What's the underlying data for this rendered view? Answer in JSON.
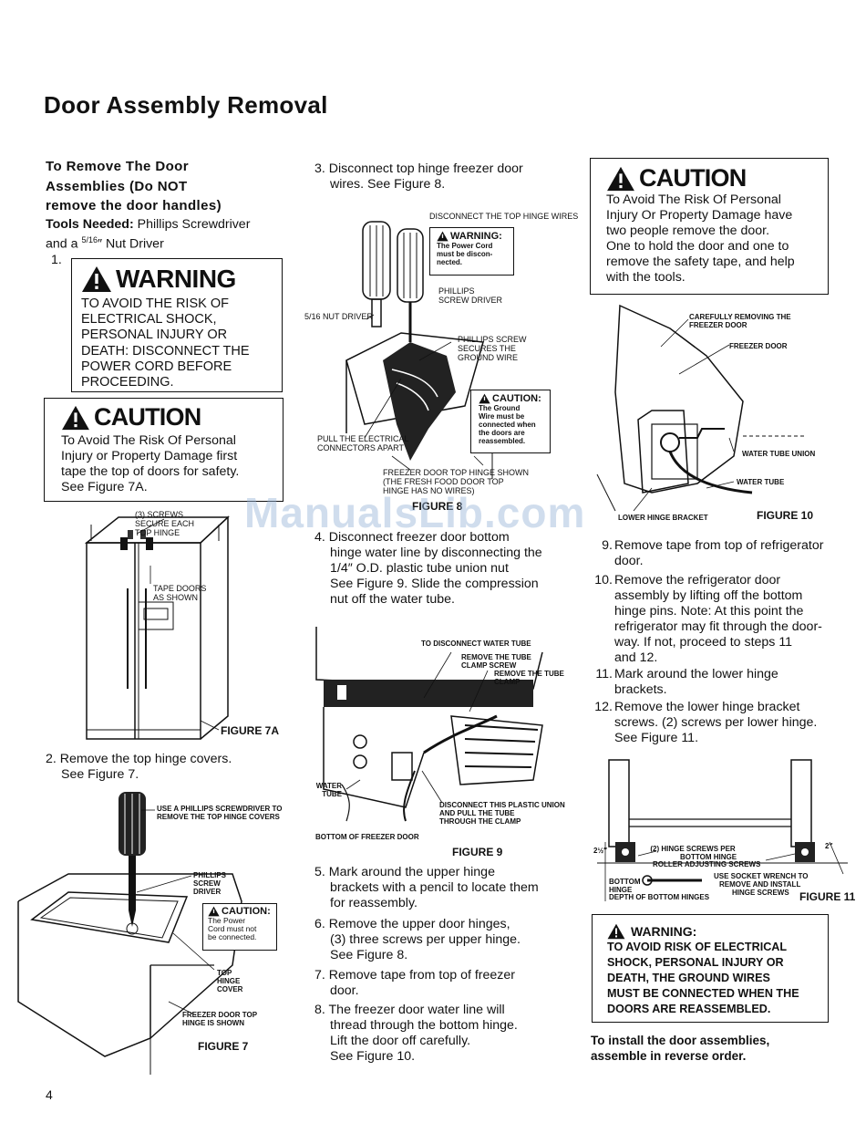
{
  "page_title": "Door Assembly Removal",
  "left": {
    "subhead_lines": [
      "To Remove The Door",
      "Assemblies (Do NOT",
      "remove the door handles)"
    ],
    "tools_label": "Tools Needed:",
    "tools_text": " Phillips Screwdriver",
    "tools_text2a": "and a ",
    "tools_fraction": "5/16",
    "tools_text2b": "″ Nut Driver",
    "step1_num": "1.",
    "warning": {
      "heading": "WARNING",
      "lines": [
        "TO AVOID THE RISK OF",
        "ELECTRICAL SHOCK,",
        "PERSONAL INJURY OR",
        "DEATH: DISCONNECT THE",
        "POWER CORD BEFORE",
        "PROCEEDING."
      ]
    },
    "caution": {
      "heading": "CAUTION",
      "lines": [
        "To Avoid The Risk Of Personal",
        "Injury or Property Damage first",
        "tape the top of doors for safety.",
        "See Figure 7A."
      ]
    },
    "fig7a": {
      "callout1": [
        "(3) SCREWS",
        "SECURE EACH",
        "TOP HINGE"
      ],
      "callout2": [
        "TAPE DOORS",
        "AS SHOWN"
      ],
      "label": "FIGURE 7A"
    },
    "step2": [
      "2. Remove the top hinge covers.",
      "See Figure 7."
    ],
    "fig7": {
      "callout_top": [
        "USE A PHILLIPS SCREWDRIVER TO",
        "REMOVE THE TOP HINGE COVERS"
      ],
      "callout_driver": [
        "PHILLIPS",
        "SCREW",
        "DRIVER"
      ],
      "caution_label": "CAUTION:",
      "caution_lines": [
        "The Power",
        "Cord must not",
        "be connected."
      ],
      "callout_cover": [
        "TOP",
        "HINGE",
        "COVER"
      ],
      "callout_door": [
        "FREEZER DOOR TOP",
        "HINGE IS SHOWN"
      ],
      "label": "FIGURE 7"
    },
    "page_number": "4"
  },
  "middle": {
    "step3": [
      "3. Disconnect top hinge freezer door",
      "wires. See Figure 8."
    ],
    "fig8": {
      "callout_wires": "DISCONNECT THE TOP HINGE WIRES",
      "warning_label": "WARNING:",
      "warning_lines": [
        "The Power Cord",
        "must be discon-",
        "nected."
      ],
      "callout_phillips": [
        "PHILLIPS",
        "SCREW DRIVER"
      ],
      "callout_nut": "5/16 NUT DRIVER",
      "callout_screw": [
        "PHILLIPS SCREW",
        "SECURES THE",
        "GROUND WIRE"
      ],
      "caution_label": "CAUTION:",
      "caution_lines": [
        "The Ground",
        "Wire must be",
        "connected when",
        "the doors are",
        "reassembled."
      ],
      "callout_pull": [
        "PULL THE ELECTRICAL",
        "CONNECTORS APART"
      ],
      "callout_hinge": [
        "FREEZER DOOR TOP HINGE SHOWN",
        "(THE FRESH FOOD DOOR TOP",
        "HINGE HAS NO WIRES)"
      ],
      "label": "FIGURE 8"
    },
    "step4": [
      "4. Disconnect freezer door bottom",
      "hinge water line by disconnecting the",
      "1/4″ O.D. plastic tube union nut",
      "See Figure 9. Slide the compression",
      "nut off the water tube."
    ],
    "fig9": {
      "callout_top": "TO DISCONNECT WATER TUBE",
      "callout_clamp_screw": [
        "REMOVE THE TUBE",
        "CLAMP SCREW"
      ],
      "callout_clamp": [
        "REMOVE THE TUBE",
        "CLAMP"
      ],
      "callout_water": [
        "WATER",
        "TUBE"
      ],
      "callout_union": [
        "DISCONNECT THIS PLASTIC UNION",
        "AND PULL THE TUBE",
        "THROUGH THE CLAMP"
      ],
      "callout_bottom": "BOTTOM OF FREEZER DOOR",
      "label": "FIGURE 9"
    },
    "step5": [
      "5. Mark around the upper hinge",
      "brackets with a pencil to locate them",
      "for reassembly."
    ],
    "step6": [
      "6. Remove the upper door hinges,",
      "(3) three screws per upper hinge.",
      "See Figure 8."
    ],
    "step7": [
      "7. Remove tape from top of freezer",
      "door."
    ],
    "step8": [
      "8. The freezer door water line will",
      "thread through the bottom hinge.",
      "Lift the door off carefully.",
      "See Figure 10."
    ]
  },
  "right": {
    "caution": {
      "heading": "CAUTION",
      "lines": [
        "To Avoid The Risk Of Personal",
        "Injury Or Property Damage have",
        "two people remove the door.",
        "One to hold the door and one to",
        "remove the safety tape, and help",
        "with the tools."
      ]
    },
    "fig10": {
      "callout_removing": [
        "CAREFULLY REMOVING THE",
        "FREEZER DOOR"
      ],
      "callout_door": "FREEZER DOOR",
      "callout_union": "WATER TUBE UNION",
      "callout_tube": "WATER TUBE",
      "callout_bracket": "LOWER HINGE BRACKET",
      "label": "FIGURE 10"
    },
    "steps": [
      [
        "9.",
        "Remove tape from top of refrigerator",
        "door."
      ],
      [
        "10.",
        "Remove the refrigerator door",
        "assembly by lifting off the bottom",
        "hinge pins. Note: At this point the",
        "refrigerator may fit through the door-",
        "way. If not, proceed to steps 11",
        "and 12."
      ],
      [
        "11.",
        "Mark around the lower hinge",
        "brackets."
      ],
      [
        "12.",
        "Remove the lower hinge bracket",
        "screws. (2) screws per lower hinge.",
        "See Figure 11."
      ]
    ],
    "fig11": {
      "callout_screws": [
        "(2) HINGE SCREWS PER",
        "BOTTOM HINGE"
      ],
      "callout_roller": "ROLLER ADJUSTING SCREWS",
      "callout_socket": [
        "USE SOCKET WRENCH TO",
        "REMOVE AND INSTALL",
        "HINGE SCREWS"
      ],
      "callout_bottom": [
        "BOTTOM",
        "HINGE"
      ],
      "callout_depth": "DEPTH OF BOTTOM HINGES",
      "dim_left": "2½″",
      "dim_right": "2″",
      "label": "FIGURE 11"
    },
    "warning": {
      "heading": "WARNING:",
      "lines": [
        "TO AVOID RISK OF ELECTRICAL",
        "SHOCK, PERSONAL INJURY OR",
        "DEATH, THE GROUND WIRES",
        "MUST BE CONNECTED WHEN THE",
        "DOORS ARE REASSEMBLED."
      ]
    },
    "install_note": [
      "To install the door assemblies,",
      "assemble in reverse order."
    ]
  },
  "watermark": "ManualsLib.com",
  "icons": [
    "warning-triangle-icon"
  ]
}
